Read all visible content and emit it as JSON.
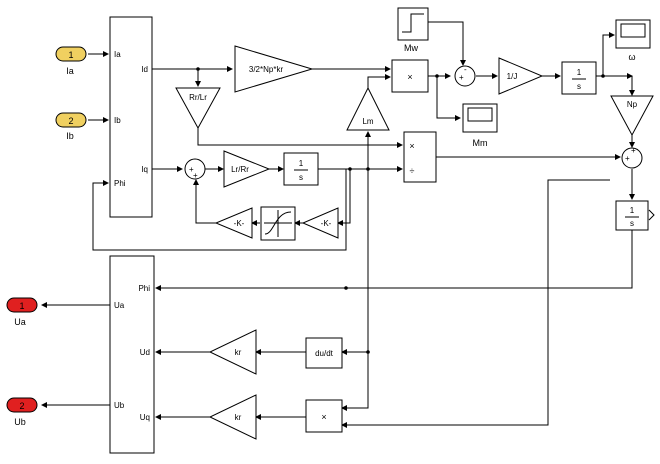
{
  "ports_in": [
    {
      "num": "1",
      "name": "Ia"
    },
    {
      "num": "2",
      "name": "Ib"
    }
  ],
  "ports_out": [
    {
      "num": "1",
      "name": "Ua"
    },
    {
      "num": "2",
      "name": "Ub"
    }
  ],
  "park_block": {
    "in": [
      "Ia",
      "Ib",
      "Phi"
    ],
    "out": [
      "Id",
      "Iq"
    ]
  },
  "inv_park_block": {
    "in": [
      "Phi",
      "Ud",
      "Uq"
    ],
    "out": [
      "Ua",
      "Ub"
    ]
  },
  "gains": {
    "torque_const": "3/2*Np*kr",
    "rr_lr": "Rr/Lr",
    "lr_rr": "Lr/Rr",
    "lm": "Lm",
    "inv_j": "1/J",
    "np": "Np",
    "k1": "-K-",
    "k2": "-K-",
    "kr1": "kr",
    "kr2": "kr"
  },
  "integrator": {
    "num": "1",
    "den": "s"
  },
  "ops": {
    "product": "×",
    "divide": "÷",
    "derivative": "du/dt"
  },
  "sources": {
    "step_label": "Mw"
  },
  "scopes": {
    "mm": "Mm",
    "omega": "ω"
  }
}
